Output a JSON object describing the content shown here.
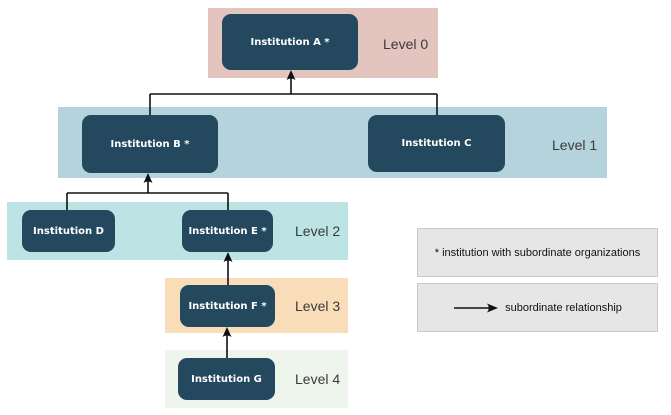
{
  "levels": [
    {
      "label": "Level 0",
      "color": "#e3c4bf"
    },
    {
      "label": "Level 1",
      "color": "#b5d3dd"
    },
    {
      "label": "Level 2",
      "color": "#bce4e4"
    },
    {
      "label": "Level 3",
      "color": "#f8ddb8"
    },
    {
      "label": "Level 4",
      "color": "#eef5ec"
    }
  ],
  "nodes": [
    {
      "id": "A",
      "label": "Institution A *",
      "level": 0,
      "has_subordinates": true
    },
    {
      "id": "B",
      "label": "Institution B *",
      "level": 1,
      "has_subordinates": true
    },
    {
      "id": "C",
      "label": "Institution C",
      "level": 1,
      "has_subordinates": false
    },
    {
      "id": "D",
      "label": "Institution D",
      "level": 2,
      "has_subordinates": false
    },
    {
      "id": "E",
      "label": "Institution E *",
      "level": 2,
      "has_subordinates": true
    },
    {
      "id": "F",
      "label": "Institution F *",
      "level": 3,
      "has_subordinates": true
    },
    {
      "id": "G",
      "label": "Institution G",
      "level": 4,
      "has_subordinates": false
    }
  ],
  "edges": [
    {
      "from": "B",
      "to": "A",
      "type": "subordinate"
    },
    {
      "from": "C",
      "to": "A",
      "type": "subordinate"
    },
    {
      "from": "D",
      "to": "B",
      "type": "subordinate"
    },
    {
      "from": "E",
      "to": "B",
      "type": "subordinate"
    },
    {
      "from": "F",
      "to": "E",
      "type": "subordinate"
    },
    {
      "from": "G",
      "to": "F",
      "type": "subordinate"
    }
  ],
  "legend": {
    "asterisk_note": "* institution with subordinate organizations",
    "arrow_note": "subordinate relationship"
  },
  "colors": {
    "node_fill": "#24485d",
    "node_text": "#ffffff",
    "connector": "#111111",
    "level_label_text": "#3a3a3a",
    "legend_fill": "#e6e6e6",
    "legend_border": "#c9c9c9",
    "background": "#ffffff"
  }
}
